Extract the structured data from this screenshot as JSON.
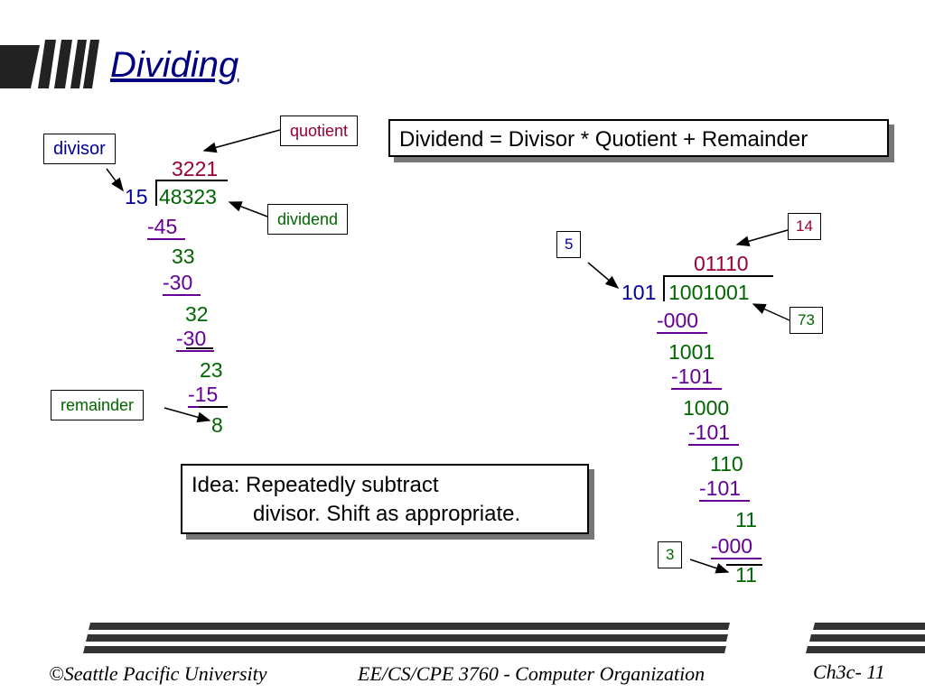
{
  "slide": {
    "title": "Dividing",
    "equation": "Dividend = Divisor * Quotient + Remainder",
    "idea_line1": "Idea: Repeatedly subtract",
    "idea_line2": "divisor.  Shift as appropriate."
  },
  "decimal": {
    "labels": {
      "divisor": "divisor",
      "quotient": "quotient",
      "dividend": "dividend",
      "remainder": "remainder"
    },
    "quotient": "3221",
    "divisor": "15",
    "dividend": "48323",
    "steps": [
      "-45",
      "33",
      "-30",
      "32",
      "-30",
      "23",
      "-15",
      "8"
    ]
  },
  "binary": {
    "labels": {
      "divisor": "5",
      "quotient": "14",
      "dividend": "73",
      "remainder": "3"
    },
    "quotient": "01110",
    "divisor": "101",
    "dividend": "1001001",
    "steps": [
      "-000",
      "1001",
      "-101",
      "1000",
      "-101",
      "110",
      "-101",
      "11",
      "-000",
      "11"
    ]
  },
  "footer": {
    "left": "©Seattle Pacific University",
    "center": "EE/CS/CPE 3760 - Computer Organization",
    "right": "Ch3c- 11"
  },
  "colors": {
    "title": "#000080",
    "quotient": "#990033",
    "divisor": "#000099",
    "dividend": "#006600",
    "subtrahend": "#660099"
  }
}
